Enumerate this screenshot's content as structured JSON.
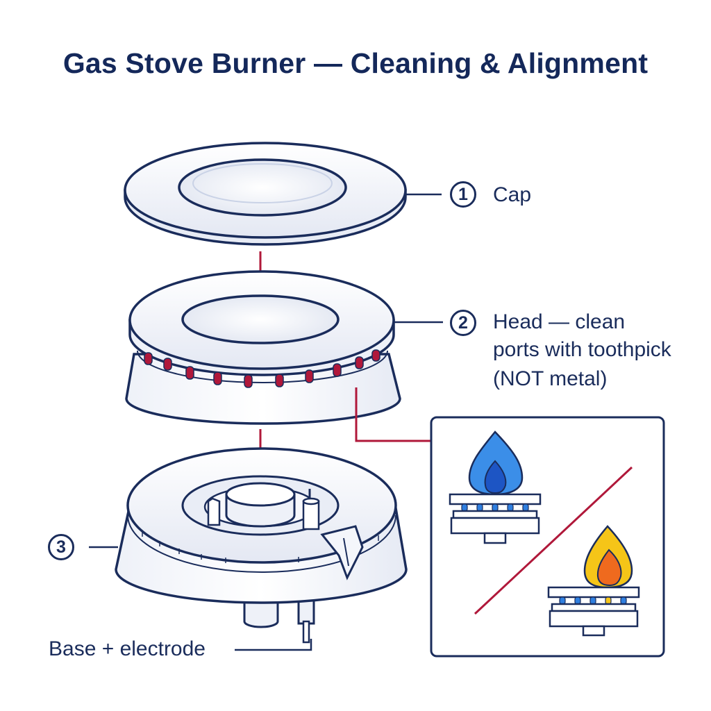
{
  "title": "Gas Stove Burner — Cleaning & Alignment",
  "parts": [
    {
      "number": "1",
      "label": "Cap"
    },
    {
      "number": "2",
      "label_lines": [
        "Head — clean",
        "ports with toothpick",
        "(NOT metal)"
      ]
    },
    {
      "number": "3",
      "label": "Base + electrode"
    }
  ],
  "inset": {
    "good_flame": "blue-flame-icon",
    "bad_flame": "yellow-flame-icon"
  },
  "colors": {
    "outline": "#1a2c5b",
    "accent": "#b0183a",
    "blue_flame": "#3b8ee8",
    "yellow_flame": "#f5c518",
    "orange_flame": "#ef6a1e"
  }
}
